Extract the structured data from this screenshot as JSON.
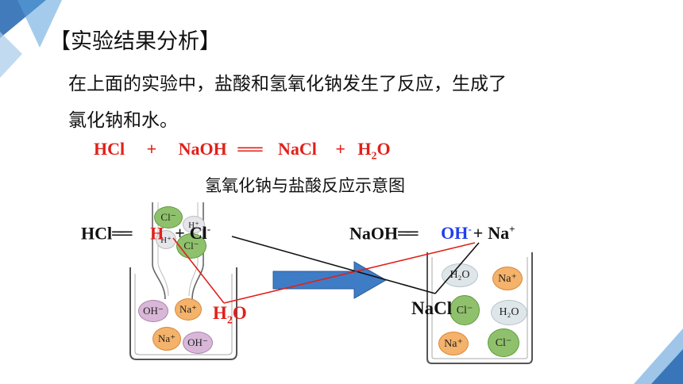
{
  "title": "【实验结果分析】",
  "paragraph": {
    "line1": "在上面的实验中，盐酸和氢氧化钠发生了反应，生成了",
    "line2": "氯化钠和水。"
  },
  "equation": {
    "hcl": "HCl",
    "plus1": "+",
    "naoh": "NaOH",
    "arrow": "══",
    "nacl": "NaCl",
    "plus2": "+",
    "h2o_base": "H",
    "h2o_sub": "2",
    "h2o_tail": "O"
  },
  "caption": "氢氧化钠与盐酸反应示意图",
  "left_diagram": {
    "hcl": "HCl",
    "arrow": "══",
    "h": "H",
    "plus": "+",
    "cl": "Cl",
    "cl_sup": "-",
    "product_base": "H",
    "product_sub": "2",
    "product_tail": "O",
    "dropper_ions": [
      "Cl⁻",
      "H⁺",
      "H⁺",
      "Cl⁻"
    ],
    "beaker_ions": [
      "OH⁻",
      "Na⁺",
      "Na⁺",
      "OH⁻"
    ]
  },
  "right_diagram": {
    "naoh": "NaOH",
    "arrow": "══",
    "oh": "OH",
    "oh_sup": "-",
    "plus": "+",
    "na": "Na",
    "na_sup": "+",
    "nacl": "NaCl",
    "beaker_ions": [
      "H₂O",
      "Na⁺",
      "Cl⁻",
      "H₂O",
      "Na⁺",
      "Cl⁻"
    ]
  },
  "colors": {
    "accent_red": "#e0201a",
    "accent_blue": "#1f3df2",
    "deco_blue": "#2e6db4",
    "arrow_blue": "#3f7cc6"
  }
}
